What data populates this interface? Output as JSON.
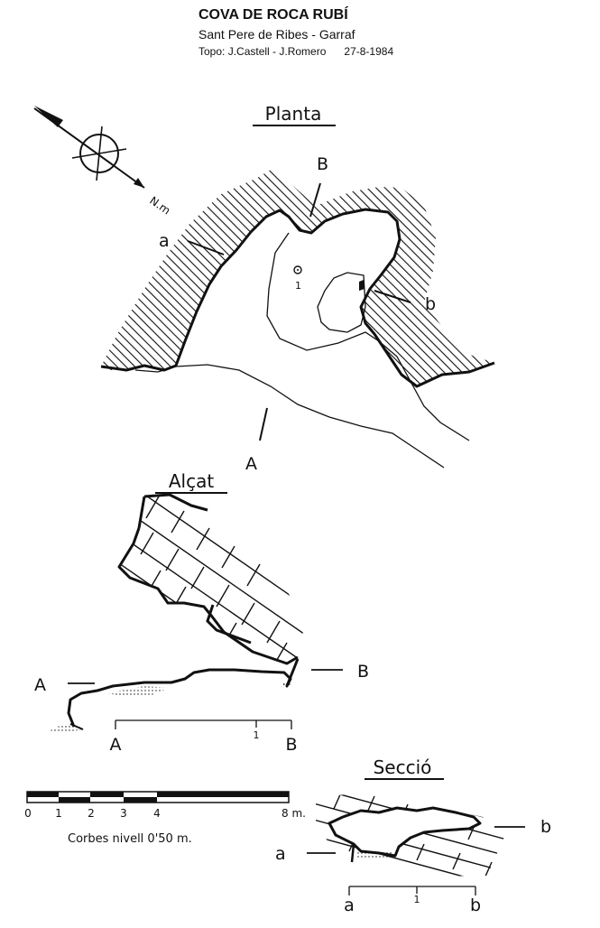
{
  "header": {
    "title": "COVA DE ROCA RUBÍ",
    "subtitle": "Sant Pere de Ribes - Garraf",
    "topo_credits": "Topo: J.Castell - J.Romero",
    "topo_date": "27-8-1984"
  },
  "planta": {
    "heading": "Planta",
    "north_label": "N.m",
    "label_a": "a",
    "label_b": "b",
    "label_A": "A",
    "label_B": "B",
    "point_label": "1"
  },
  "alcat": {
    "heading": "Alçat",
    "label_A_left": "A",
    "label_B_right": "B",
    "axis_start": "A",
    "axis_mid": "1",
    "axis_end": "B"
  },
  "scale": {
    "ticks": [
      "0",
      "1",
      "2",
      "3",
      "4",
      "8 m."
    ],
    "contour_note": "Corbes nivell 0'50 m."
  },
  "seccio": {
    "heading": "Secció",
    "label_a_left": "a",
    "label_b_right": "b",
    "axis_start": "a",
    "axis_mid": "1",
    "axis_end": "b"
  },
  "colors": {
    "ink": "#111111",
    "paper": "#ffffff"
  }
}
